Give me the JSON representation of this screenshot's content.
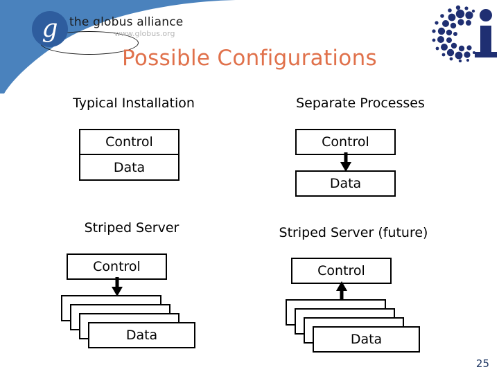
{
  "slide": {
    "title": "Possible Configurations",
    "title_color": "#E0714B",
    "page_number": "25",
    "page_number_color": "#203864",
    "background": "#FFFFFF",
    "swoosh_color": "#4A82BD"
  },
  "logos": {
    "globus": {
      "mark_letter": "g",
      "name": "the globus alliance",
      "url": "www.globus.org",
      "circle_color": "#2E5D9E",
      "name_color": "#1A1A1A",
      "url_color": "#B6B6B6"
    },
    "ci": {
      "letters": "ci",
      "color": "#1F2F72"
    }
  },
  "panels": [
    {
      "id": "typical-installation",
      "title": "Typical Installation",
      "boxes": [
        {
          "label": "Control"
        },
        {
          "label": "Data"
        }
      ],
      "style": "stacked-joined",
      "arrow": "none"
    },
    {
      "id": "separate-processes",
      "title": "Separate Processes",
      "boxes": [
        {
          "label": "Control"
        },
        {
          "label": "Data"
        }
      ],
      "style": "separate",
      "arrow": "down"
    },
    {
      "id": "striped-server",
      "title": "Striped Server",
      "boxes": [
        {
          "label": "Control"
        },
        {
          "label": "Data"
        }
      ],
      "style": "striped",
      "stack_count": 4,
      "arrow": "down"
    },
    {
      "id": "striped-server-future",
      "title": "Striped Server (future)",
      "boxes": [
        {
          "label": "Control"
        },
        {
          "label": "Data"
        }
      ],
      "style": "striped",
      "stack_count": 4,
      "arrow": "up"
    }
  ]
}
